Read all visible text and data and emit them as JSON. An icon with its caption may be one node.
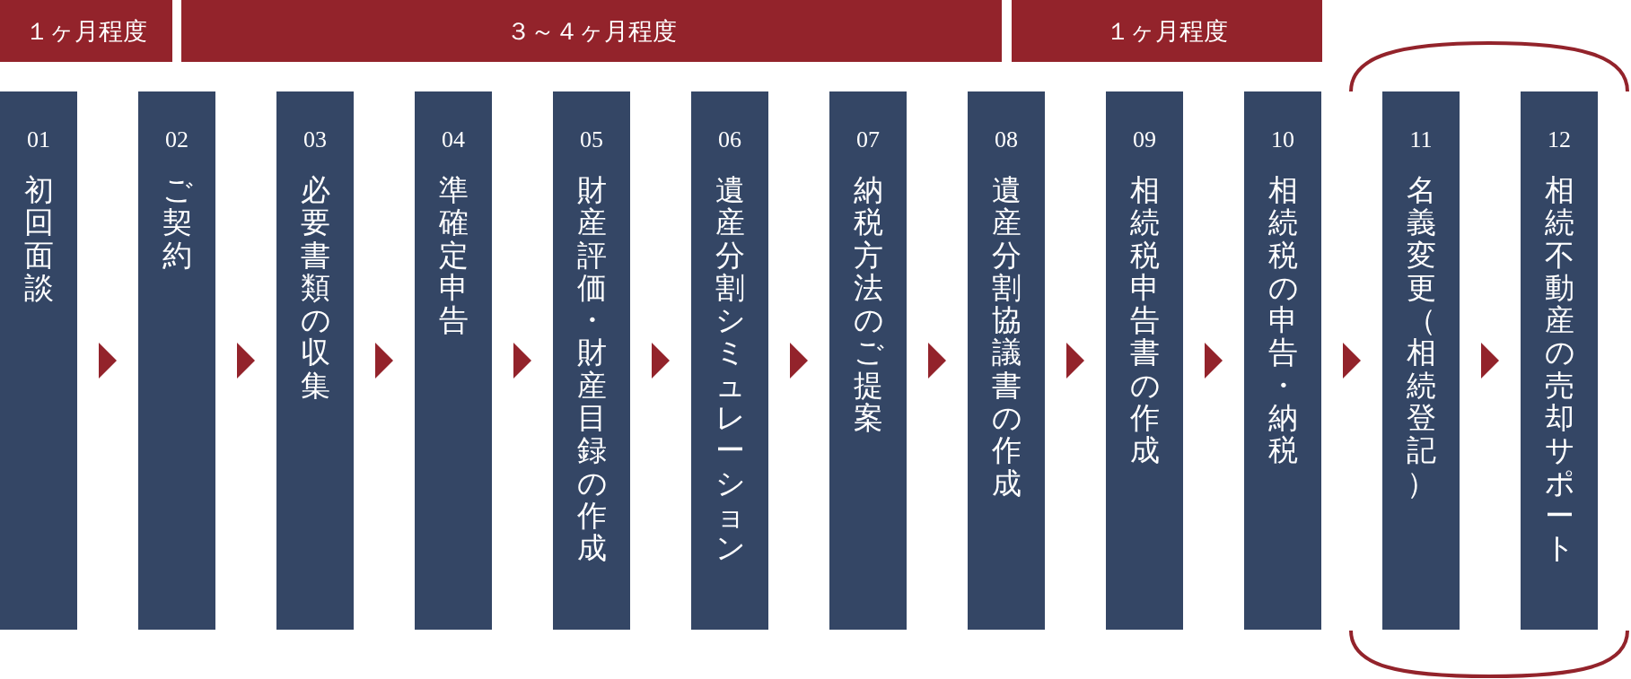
{
  "diagram": {
    "nodes": [
      {
        "text": [
          "１ヶ月程度"
        ]
      },
      {
        "text": [
          "３～４ヶ月程度"
        ]
      },
      {
        "text": [
          "１ヶ月程度"
        ]
      },
      {
        "text": [
          "01",
          "初回面談"
        ]
      },
      {
        "text": [
          "02",
          "ご契約"
        ]
      },
      {
        "text": [
          "03",
          "必要書類の収集"
        ]
      },
      {
        "text": [
          "04",
          "準確定申告"
        ]
      },
      {
        "text": [
          "05",
          "財産評価・財産目録の作成"
        ]
      },
      {
        "text": [
          "06",
          "遺産分割シミュレーション"
        ]
      },
      {
        "text": [
          "07",
          "納税方法のご提案"
        ]
      },
      {
        "text": [
          "08",
          "遺産分割協議書の作成"
        ]
      },
      {
        "text": [
          "09",
          "相続税申告書の作成"
        ]
      },
      {
        "text": [
          "10",
          "相続税の申告・納税"
        ]
      },
      {
        "text": [
          "11",
          "名義変更（相続登記）"
        ]
      },
      {
        "text": [
          "12",
          "相続不動産の売却サポート"
        ]
      }
    ],
    "edges": [
      {
        "from": 3,
        "to": 4,
        "arrow": "to"
      },
      {
        "from": 4,
        "to": 5,
        "arrow": "to"
      },
      {
        "from": 5,
        "to": 6,
        "arrow": "to"
      },
      {
        "from": 6,
        "to": 7,
        "arrow": "to"
      },
      {
        "from": 7,
        "to": 8,
        "arrow": "to"
      },
      {
        "from": 8,
        "to": 9,
        "arrow": "to"
      },
      {
        "from": 9,
        "to": 10,
        "arrow": "to"
      },
      {
        "from": 10,
        "to": 11,
        "arrow": "to"
      },
      {
        "from": 11,
        "to": 12,
        "arrow": "to"
      },
      {
        "from": 12,
        "to": 13,
        "arrow": "to"
      },
      {
        "from": 13,
        "to": 14,
        "arrow": "to"
      }
    ]
  }
}
